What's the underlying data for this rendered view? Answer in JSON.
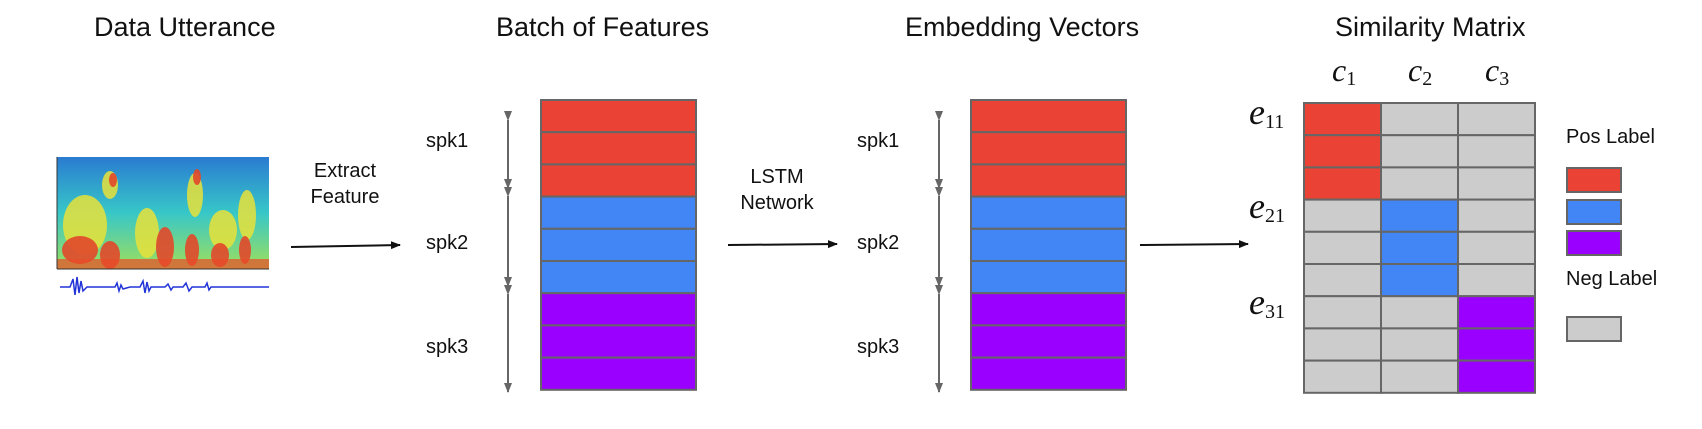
{
  "titles": {
    "data_utterance": "Data Utterance",
    "batch_features": "Batch of Features",
    "embedding_vectors": "Embedding Vectors",
    "similarity_matrix": "Similarity Matrix"
  },
  "arrows": {
    "extract_feature": [
      "Extract",
      "Feature"
    ],
    "lstm_network": [
      "LSTM",
      "Network"
    ]
  },
  "speakers": [
    "spk1",
    "spk2",
    "spk3"
  ],
  "matrix": {
    "columns": [
      {
        "base": "c",
        "sub": "1"
      },
      {
        "base": "c",
        "sub": "2"
      },
      {
        "base": "c",
        "sub": "3"
      }
    ],
    "rows": [
      {
        "base": "e",
        "sub": "11"
      },
      {
        "base": "e",
        "sub": "21"
      },
      {
        "base": "e",
        "sub": "31"
      }
    ]
  },
  "legend": {
    "pos_label": "Pos Label",
    "neg_label": "Neg Label"
  },
  "colors": {
    "spk1": "#ea4335",
    "spk2": "#4285f4",
    "spk3": "#9900ff",
    "neg": "#cccccc",
    "border": "#666666",
    "arrow": "#111111",
    "double_arrow": "#666666"
  }
}
